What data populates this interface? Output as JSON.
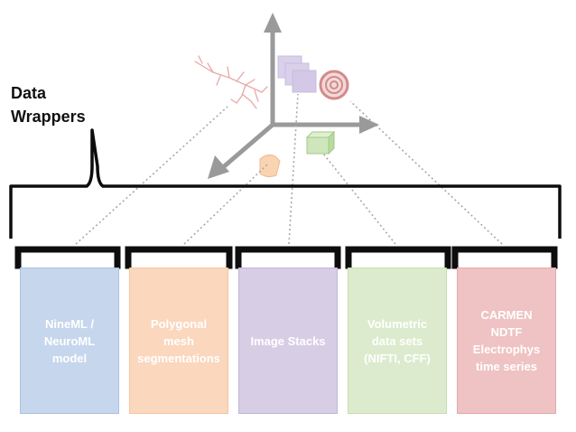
{
  "title": "Data\nWrappers",
  "boxes": [
    {
      "label": "NineML /\nNeuroML\nmodel",
      "fill": "#c6d6ec",
      "border": "#a9c0e0"
    },
    {
      "label": "Polygonal\nmesh\nsegmentations",
      "fill": "#fad7bd",
      "border": "#f5c6a0"
    },
    {
      "label": "Image Stacks",
      "fill": "#d7cee6",
      "border": "#c2b5da"
    },
    {
      "label": "Volumetric\ndata sets\n(NIFTI, CFF)",
      "fill": "#dcebcd",
      "border": "#c6deae"
    },
    {
      "label": "CARMEN\nNDTF\nElectrophys\ntime series",
      "fill": "#efc3c3",
      "border": "#e5a9a9"
    }
  ],
  "colors": {
    "bracket": "#0d0d0d",
    "axis": "#9a9a9a",
    "dotted_link": "#a8a8a8",
    "neuron": "#e8a8a8",
    "target": "#d48a8a",
    "stack": "#c9bde3",
    "cube": "#b5d89a",
    "mesh": "#f7c79c"
  },
  "icons": [
    "neuron-morphology-icon",
    "image-stack-icon",
    "target-rings-icon",
    "green-cube-icon",
    "mesh-surface-icon"
  ]
}
